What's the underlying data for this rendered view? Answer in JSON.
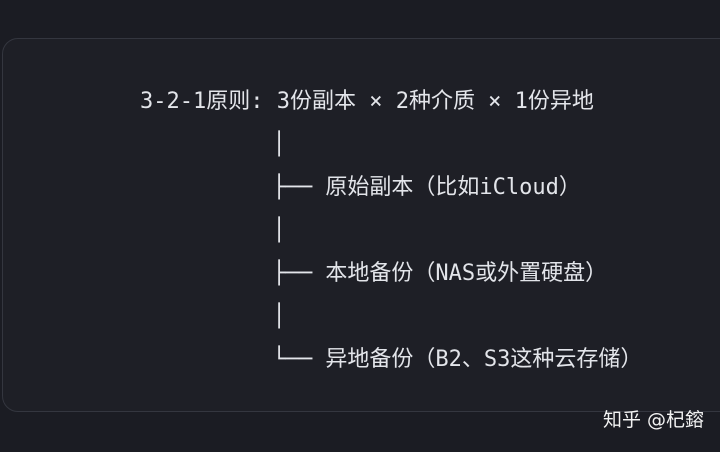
{
  "code_block": {
    "lines": [
      "3-2-1原则: 3份副本 × 2种介质 × 1份异地",
      "          │",
      "          ├── 原始副本（比如iCloud）",
      "          │",
      "          ├── 本地备份（NAS或外置硬盘）",
      "          │",
      "          └── 异地备份（B2、S3这种云存储）"
    ]
  },
  "watermark": {
    "text": "知乎 @杞鎔"
  }
}
